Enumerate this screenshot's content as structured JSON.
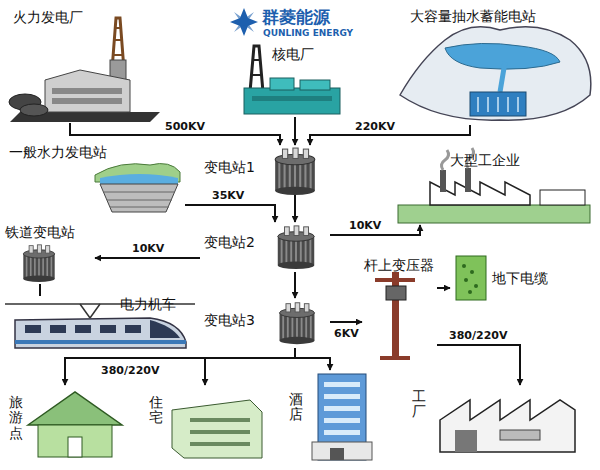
{
  "diagram": {
    "nodes": [
      {
        "text": [
          "火力发电厂"
        ]
      },
      {
        "text": [
          "核电厂"
        ]
      },
      {
        "text": [
          "大容量抽水蓄能电站"
        ]
      },
      {
        "text": [
          "变电站1"
        ]
      },
      {
        "text": [
          "一般水力发电站"
        ]
      },
      {
        "text": [
          "大型工企业"
        ]
      },
      {
        "text": [
          "变电站2"
        ]
      },
      {
        "text": [
          "铁道变电站"
        ]
      },
      {
        "text": [
          "电力机车"
        ]
      },
      {
        "text": [
          "杆上变压器"
        ]
      },
      {
        "text": [
          "地下电缆"
        ]
      },
      {
        "text": [
          "变电站3"
        ]
      },
      {
        "text": [
          "旅游点"
        ]
      },
      {
        "text": [
          "住宅"
        ]
      },
      {
        "text": [
          "酒店"
        ]
      },
      {
        "text": [
          "工厂"
        ]
      }
    ],
    "edges": [
      {
        "from": 0,
        "to": 3,
        "label": "500KV",
        "arrow": "to"
      },
      {
        "from": 1,
        "to": 3,
        "arrow": "to"
      },
      {
        "from": 2,
        "to": 3,
        "label": "220KV",
        "arrow": "to"
      },
      {
        "from": 3,
        "to": 6,
        "arrow": "to"
      },
      {
        "from": 4,
        "to": 6,
        "label": "35KV",
        "arrow": "to"
      },
      {
        "from": 6,
        "to": 5,
        "label": "10KV",
        "arrow": "to"
      },
      {
        "from": 6,
        "to": 7,
        "label": "10KV",
        "arrow": "to"
      },
      {
        "from": 7,
        "to": 8,
        "arrow": "none"
      },
      {
        "from": 6,
        "to": 11,
        "arrow": "to"
      },
      {
        "from": 11,
        "to": 9,
        "label": "6KV",
        "arrow": "to"
      },
      {
        "from": 9,
        "to": 10,
        "arrow": "to"
      },
      {
        "from": 11,
        "to": 12,
        "label": "380/220V",
        "arrow": "to"
      },
      {
        "from": 11,
        "to": 13,
        "arrow": "to"
      },
      {
        "from": 11,
        "to": 14,
        "arrow": "to"
      },
      {
        "from": 9,
        "to": 15,
        "label": "380/220V",
        "arrow": "to"
      }
    ],
    "labels": [
      "群菱能源",
      "QUNLING ENERGY"
    ]
  }
}
